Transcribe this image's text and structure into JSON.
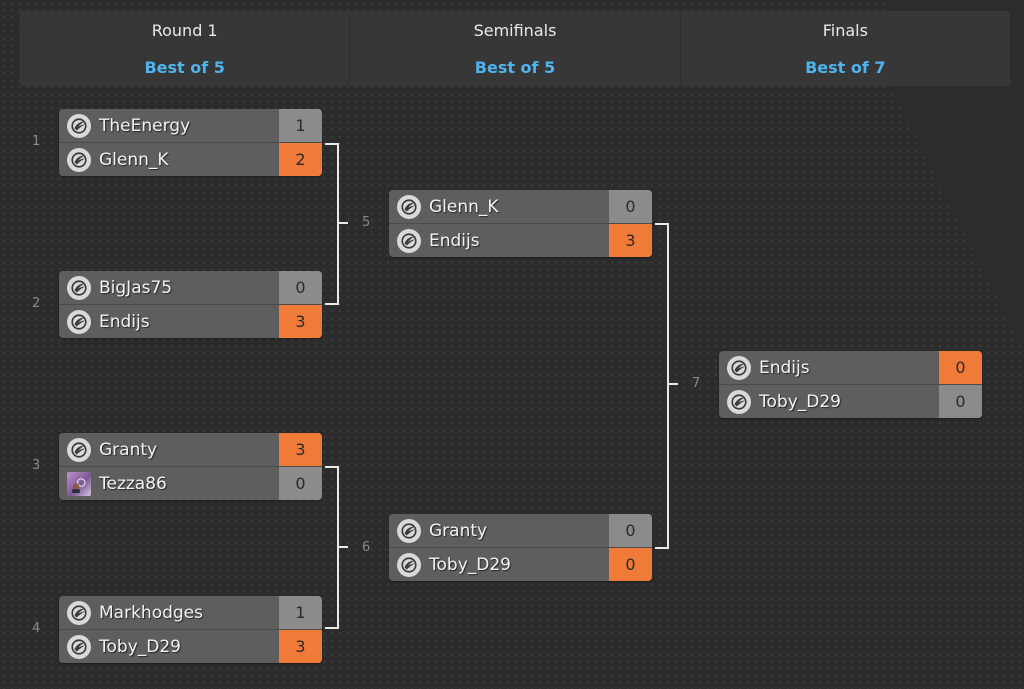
{
  "rounds": [
    {
      "title": "Round 1",
      "format": "Best of 5"
    },
    {
      "title": "Semifinals",
      "format": "Best of 5"
    },
    {
      "title": "Finals",
      "format": "Best of 7"
    }
  ],
  "matches": [
    {
      "number": "1",
      "players": [
        {
          "name": "TheEnergy",
          "score": "1",
          "winner": false,
          "avatar": "logo-icon"
        },
        {
          "name": "Glenn_K",
          "score": "2",
          "winner": true,
          "avatar": "logo-icon"
        }
      ]
    },
    {
      "number": "2",
      "players": [
        {
          "name": "BigJas75",
          "score": "0",
          "winner": false,
          "avatar": "logo-icon"
        },
        {
          "name": "Endijs",
          "score": "3",
          "winner": true,
          "avatar": "logo-icon"
        }
      ]
    },
    {
      "number": "3",
      "players": [
        {
          "name": "Granty",
          "score": "3",
          "winner": true,
          "avatar": "logo-icon"
        },
        {
          "name": "Tezza86",
          "score": "0",
          "winner": false,
          "avatar": "photo"
        }
      ]
    },
    {
      "number": "4",
      "players": [
        {
          "name": "Markhodges",
          "score": "1",
          "winner": false,
          "avatar": "logo-icon"
        },
        {
          "name": "Toby_D29",
          "score": "3",
          "winner": true,
          "avatar": "logo-icon"
        }
      ]
    },
    {
      "number": "5",
      "players": [
        {
          "name": "Glenn_K",
          "score": "0",
          "winner": false,
          "avatar": "logo-icon"
        },
        {
          "name": "Endijs",
          "score": "3",
          "winner": true,
          "avatar": "logo-icon"
        }
      ]
    },
    {
      "number": "6",
      "players": [
        {
          "name": "Granty",
          "score": "0",
          "winner": false,
          "avatar": "logo-icon"
        },
        {
          "name": "Toby_D29",
          "score": "0",
          "winner": true,
          "avatar": "logo-icon"
        }
      ]
    },
    {
      "number": "7",
      "players": [
        {
          "name": "Endijs",
          "score": "0",
          "winner": true,
          "avatar": "logo-icon"
        },
        {
          "name": "Toby_D29",
          "score": "0",
          "winner": false,
          "avatar": "logo-icon"
        }
      ]
    }
  ],
  "colors": {
    "accent": "#4fb3ec",
    "winner": "#f07b39",
    "score": "#8b8b8b"
  }
}
